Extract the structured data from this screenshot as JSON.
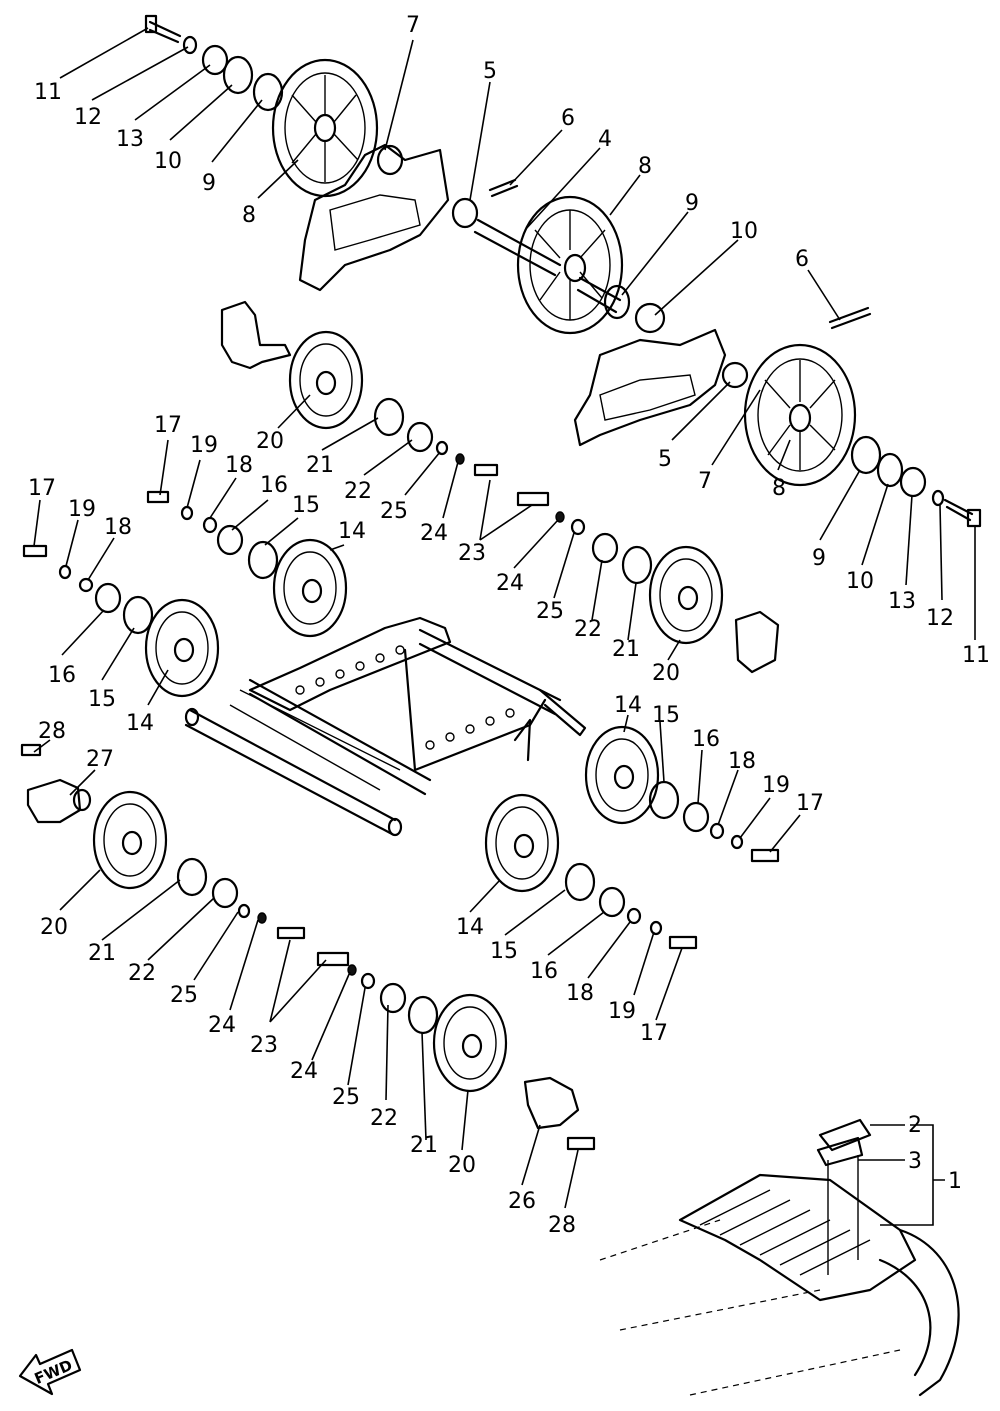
{
  "diagram": {
    "callouts": [
      "1",
      "2",
      "3",
      "4",
      "5",
      "5",
      "6",
      "6",
      "7",
      "7",
      "8",
      "8",
      "8",
      "9",
      "9",
      "9",
      "10",
      "10",
      "10",
      "11",
      "11",
      "12",
      "12",
      "13",
      "13",
      "14",
      "14",
      "14",
      "14",
      "15",
      "15",
      "15",
      "15",
      "16",
      "16",
      "16",
      "16",
      "17",
      "17",
      "17",
      "17",
      "18",
      "18",
      "18",
      "18",
      "19",
      "19",
      "19",
      "19",
      "20",
      "20",
      "20",
      "20",
      "21",
      "21",
      "21",
      "21",
      "22",
      "22",
      "22",
      "22",
      "23",
      "23",
      "24",
      "24",
      "24",
      "24",
      "25",
      "25",
      "25",
      "25",
      "26",
      "27",
      "28",
      "28"
    ],
    "fwd_label": "FWD"
  }
}
